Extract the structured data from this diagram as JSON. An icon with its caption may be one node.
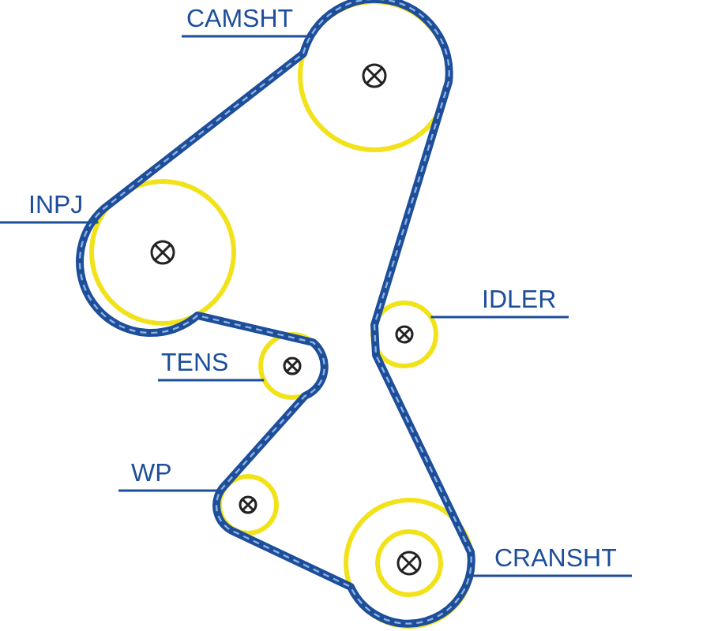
{
  "diagram": {
    "nodes": [
      {
        "text": [
          "CAMSHT"
        ]
      },
      {
        "text": [],
        "shape": "circle"
      },
      {
        "text": [
          "INPJ"
        ]
      },
      {
        "text": [],
        "shape": "circle"
      },
      {
        "text": [
          "IDLER"
        ]
      },
      {
        "text": [],
        "shape": "circle"
      },
      {
        "text": [
          "TENS"
        ]
      },
      {
        "text": [],
        "shape": "circle"
      },
      {
        "text": [
          "WP"
        ]
      },
      {
        "text": [],
        "shape": "circle"
      },
      {
        "text": [
          "CRANSHT"
        ]
      },
      {
        "text": [],
        "shape": "circle"
      }
    ],
    "edges": [
      {
        "from": 0,
        "to": 1,
        "arrow": "none"
      },
      {
        "from": 2,
        "to": 3,
        "arrow": "none"
      },
      {
        "from": 4,
        "to": 5,
        "arrow": "none"
      },
      {
        "from": 6,
        "to": 7,
        "arrow": "none"
      },
      {
        "from": 8,
        "to": 9,
        "arrow": "none"
      },
      {
        "from": 10,
        "to": 11,
        "arrow": "none"
      }
    ]
  }
}
